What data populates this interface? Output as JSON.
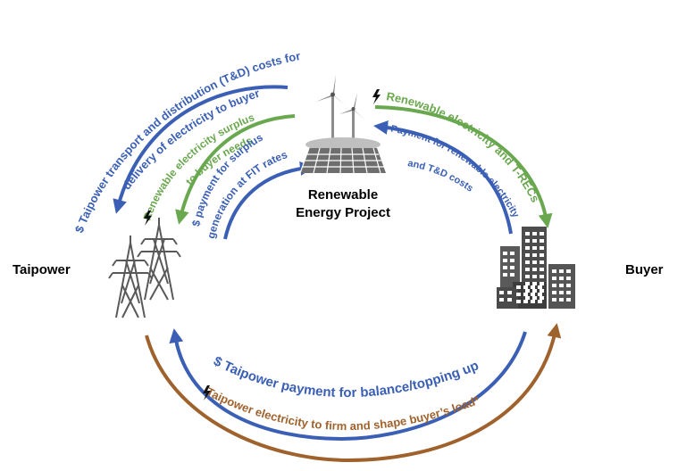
{
  "nodes": {
    "taipower": "Taipower",
    "buyer": "Buyer",
    "project_line1": "Renewable",
    "project_line2": "Energy Project"
  },
  "flows": {
    "td_costs_line1": "$ Taipower transport and distribution (T&D) costs for",
    "td_costs_line2": "delivery of electricity to buyer",
    "surplus_line1": "Renewable electricity surplus",
    "surplus_line2": "to buyer needs",
    "fit_line1": "$ payment for surplus",
    "fit_line2": "generation at FIT rates",
    "re_trec": "Renewable electricity and T-RECs",
    "payment_re_line1": "$ Payment for renewable electricity",
    "payment_re_line2": "and T&D costs",
    "balance_payment": "$ Taipower payment for balance/topping up",
    "firm_shape": "Taipower electricity to firm and shape buyer’s load*"
  },
  "colors": {
    "blue": "#3a5fb5",
    "green": "#6aa84f",
    "brown": "#a0622d",
    "icon_gray": "#595959"
  },
  "icons": [
    "transmission-tower-icon",
    "wind-turbine-icon",
    "solar-panel-icon",
    "city-buildings-icon",
    "lightning-bolt-icon"
  ]
}
